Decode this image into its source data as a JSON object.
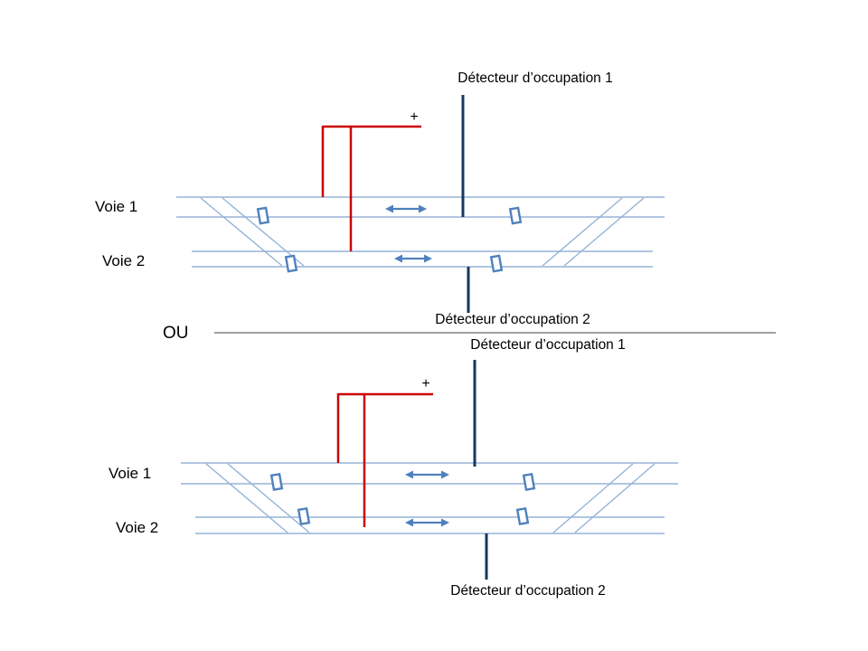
{
  "colors": {
    "background": "#ffffff",
    "track": "#95b3d7",
    "detector": "#17365d",
    "feeder": "#cc0000",
    "accent": "#4f81bd",
    "text": "#000000",
    "separator": "#404040"
  },
  "separator": {
    "or_label": "OU"
  },
  "diagram_top": {
    "detector1_label": "Détecteur d’occupation 1",
    "detector2_label": "Détecteur d’occupation 2",
    "voie1_label": "Voie 1",
    "voie2_label": "Voie 2",
    "plus_label": "+"
  },
  "diagram_bottom": {
    "detector1_label": "Détecteur d’occupation 1",
    "detector2_label": "Détecteur d’occupation 2",
    "voie1_label": "Voie 1",
    "voie2_label": "Voie 2",
    "plus_label": "+"
  }
}
